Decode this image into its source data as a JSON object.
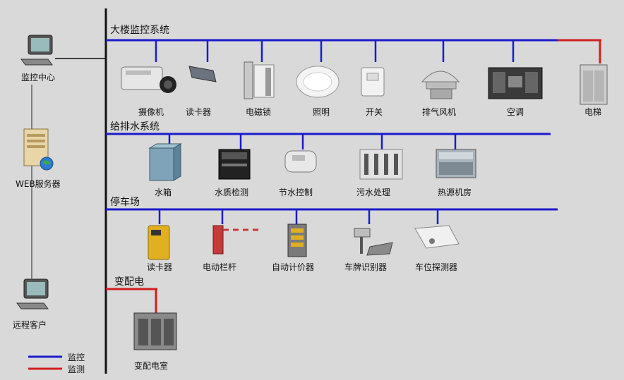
{
  "left": {
    "monitor_center": "监控中心",
    "web_server": "WEB服务器",
    "remote_client": "远程客户"
  },
  "sections": {
    "building": {
      "title": "大楼监控系统",
      "devices": [
        "摄像机",
        "读卡器",
        "电磁锁",
        "照明",
        "开关",
        "排气风机",
        "空调",
        "电梯"
      ]
    },
    "water": {
      "title": "给排水系统",
      "devices": [
        "水箱",
        "水质检测",
        "节水控制",
        "污水处理",
        "热源机房"
      ]
    },
    "parking": {
      "title": "停车场",
      "devices": [
        "读卡器",
        "电动栏杆",
        "自动计价器",
        "车牌识别器",
        "车位探测器"
      ]
    },
    "power": {
      "title": "变配电",
      "devices": [
        "变配电室"
      ]
    }
  },
  "legend": {
    "monitor": "监控",
    "detect": "监测"
  },
  "colors": {
    "monitor_line": "#1c1ccc",
    "detect_line": "#d21e1e",
    "background": "#d9d9d9"
  }
}
